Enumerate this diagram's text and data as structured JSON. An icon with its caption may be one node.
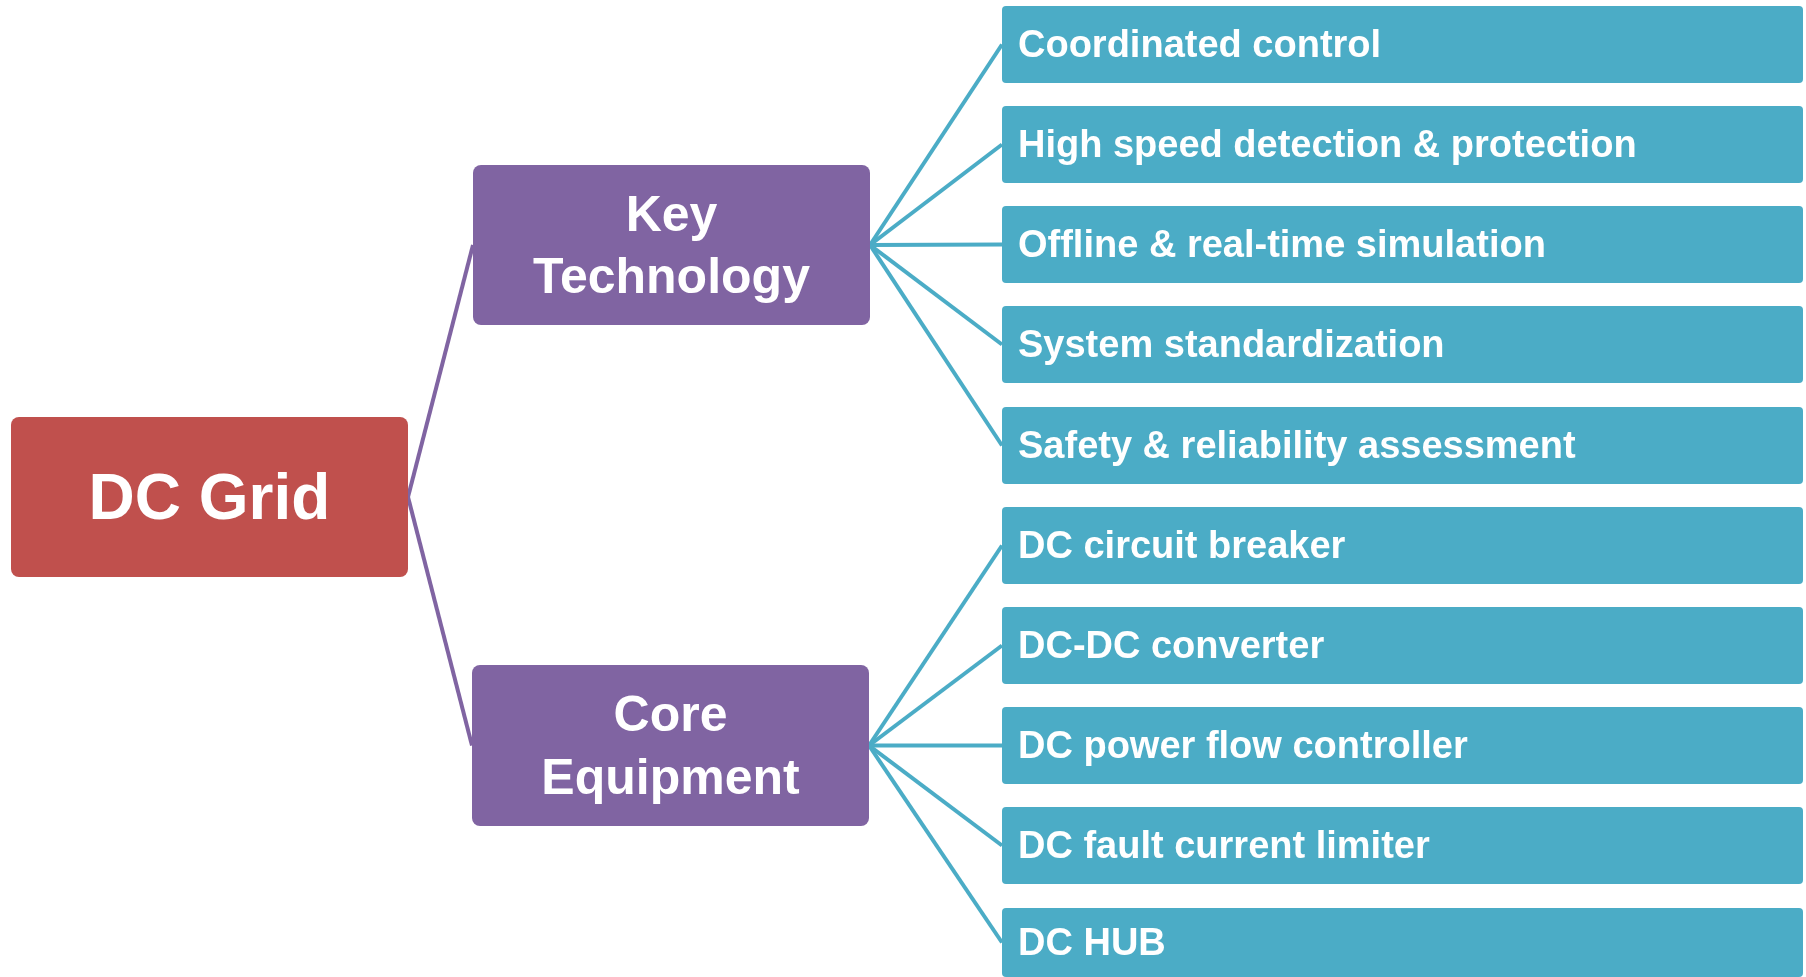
{
  "diagram": {
    "nodes": [
      {
        "text": [
          "DC Grid"
        ]
      },
      {
        "text": [
          "Key Technology"
        ]
      },
      {
        "text": [
          "Core Equipment"
        ]
      },
      {
        "text": [
          "Coordinated control"
        ]
      },
      {
        "text": [
          "High speed detection & protection"
        ]
      },
      {
        "text": [
          "Offline & real-time simulation"
        ]
      },
      {
        "text": [
          "System standardization"
        ]
      },
      {
        "text": [
          "Safety & reliability assessment"
        ]
      },
      {
        "text": [
          "DC circuit breaker"
        ]
      },
      {
        "text": [
          "DC-DC converter"
        ]
      },
      {
        "text": [
          "DC power flow controller"
        ]
      },
      {
        "text": [
          "DC fault current limiter"
        ]
      },
      {
        "text": [
          "DC HUB"
        ]
      }
    ],
    "edges": [
      {
        "from": 0,
        "to": 1,
        "arrow": "none",
        "color": "#8064a2"
      },
      {
        "from": 0,
        "to": 2,
        "arrow": "none",
        "color": "#8064a2"
      },
      {
        "from": 1,
        "to": 3,
        "arrow": "none"
      },
      {
        "from": 1,
        "to": 4,
        "arrow": "none"
      },
      {
        "from": 1,
        "to": 5,
        "arrow": "none"
      },
      {
        "from": 1,
        "to": 6,
        "arrow": "none"
      },
      {
        "from": 1,
        "to": 7,
        "arrow": "none"
      },
      {
        "from": 2,
        "to": 8,
        "arrow": "none"
      },
      {
        "from": 2,
        "to": 9,
        "arrow": "none"
      },
      {
        "from": 2,
        "to": 10,
        "arrow": "none"
      },
      {
        "from": 2,
        "to": 11,
        "arrow": "none"
      },
      {
        "from": 2,
        "to": 12,
        "arrow": "none"
      }
    ]
  }
}
